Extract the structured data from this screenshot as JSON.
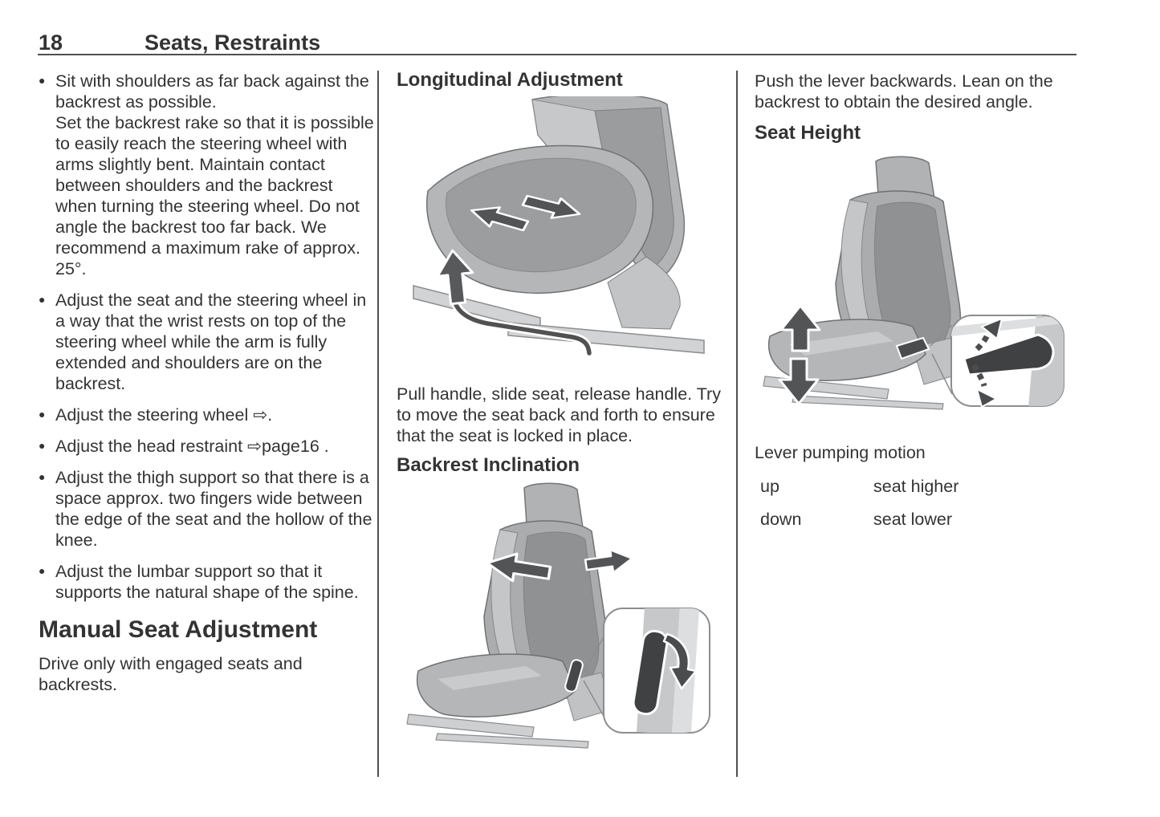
{
  "page": {
    "number": "18",
    "chapter_title": "Seats, Restraints"
  },
  "bullet_marker": "●",
  "left_column": {
    "bullets": [
      {
        "para1": "Sit with shoulders as far back against the backrest as possible.",
        "para2": "Set the backrest rake so that it is possible to easily reach the steering wheel with arms slightly bent. Maintain contact between shoulders and the backrest when turning the steering wheel. Do not angle the backrest too far back. We recommend a maximum rake of approx. 25°."
      },
      {
        "para1": "Adjust the seat and the steering wheel in a way that the wrist rests on top of the steering wheel while the arm is fully extended and shoulders are on the backrest."
      },
      {
        "para1": "Adjust the steering wheel ⇨."
      },
      {
        "para1": "Adjust the head restraint ⇨page16 ."
      },
      {
        "para1": "Adjust the thigh support so that there is a space approx. two fingers wide between the edge of the seat and the hollow of the knee."
      },
      {
        "para1": "Adjust the lumbar support so that it supports the natural shape of the spine."
      }
    ],
    "section_heading": "Manual Seat Adjustment",
    "section_body": "Drive only with engaged seats and backrests."
  },
  "middle_column": {
    "heading_longitudinal": "Longitudinal Adjustment",
    "longitudinal_body": "Pull handle, slide seat, release handle. Try to move the seat back and forth to ensure that the seat is locked in place.",
    "heading_backrest": "Backrest Inclination"
  },
  "right_column": {
    "backrest_body": "Push the lever backwards. Lean on the backrest to obtain the desired angle.",
    "heading_seat_height": "Seat Height",
    "caption": "Lever pumping motion",
    "lever_table": [
      {
        "action": "up",
        "result": "seat higher"
      },
      {
        "action": "down",
        "result": "seat lower"
      }
    ]
  },
  "colors": {
    "text": "#333333",
    "rule": "#4f4f4f",
    "seat_light": "#c6c8ca",
    "seat_mid": "#aaacae",
    "seat_dark": "#8f9193",
    "arrow_fill": "#525456"
  }
}
